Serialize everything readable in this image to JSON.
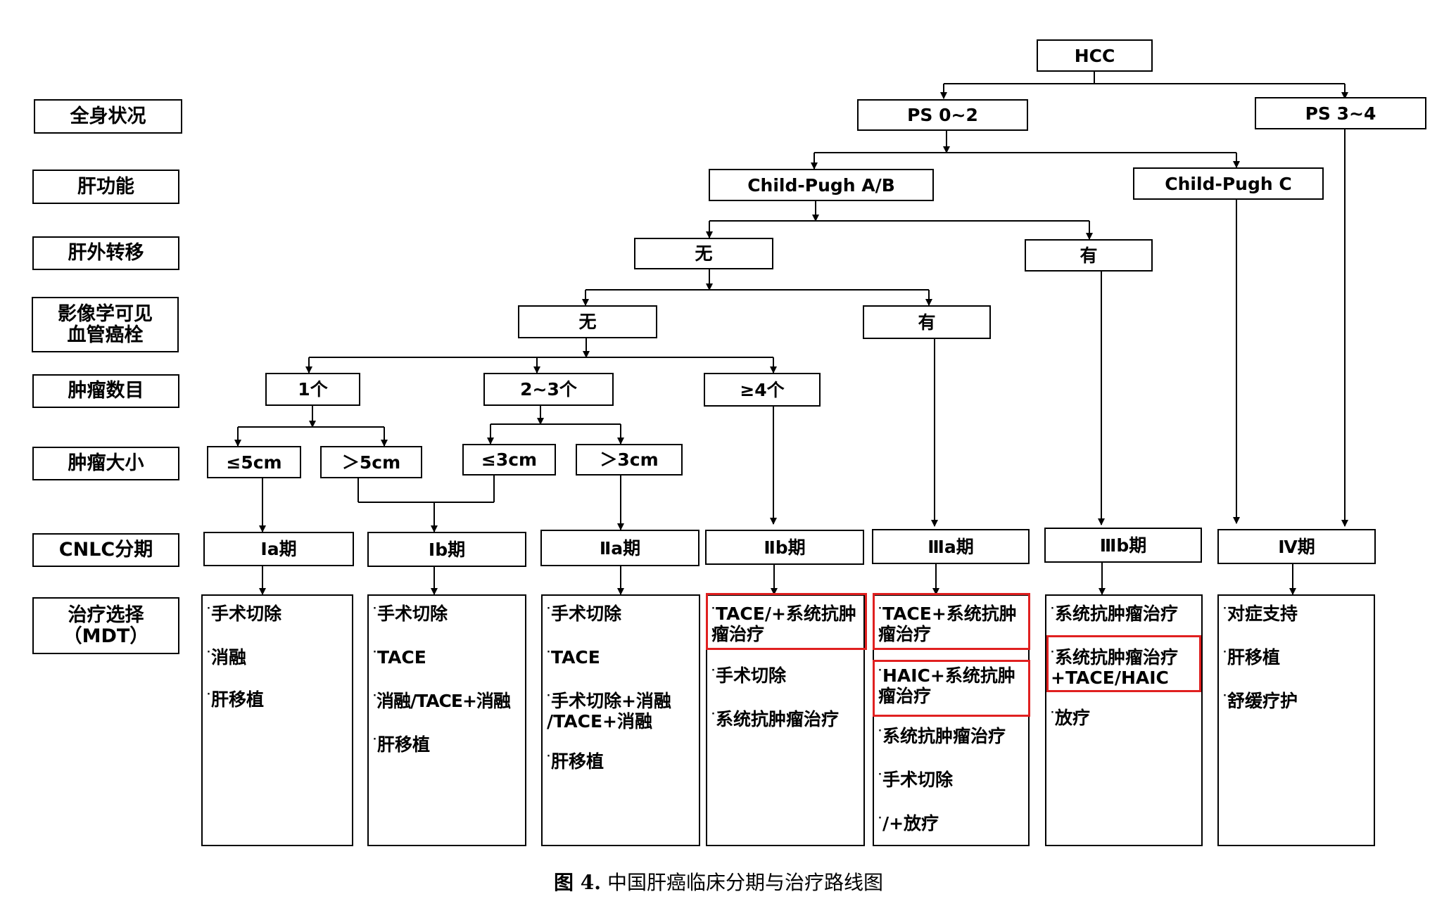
{
  "row_labels": {
    "general": "全身状况",
    "liver_function": "肝功能",
    "extrahepatic": "肝外转移",
    "vascular": "影像学可见血管癌栓",
    "tumor_number": "肿瘤数目",
    "tumor_size": "肿瘤大小",
    "cnlc": "CNLC分期",
    "treatment": "治疗选择（MDT）"
  },
  "nodes": {
    "hcc": "HCC",
    "ps02": "PS 0~2",
    "ps34": "PS 3~4",
    "cpab": "Child-Pugh A/B",
    "cpc": "Child-Pugh C",
    "ext_no": "无",
    "ext_yes": "有",
    "vasc_no": "无",
    "vasc_yes": "有",
    "n1": "1个",
    "n23": "2~3个",
    "n4": "≥4个",
    "s_le5": "≤5cm",
    "s_gt5": "＞5cm",
    "s_le3": "≤3cm",
    "s_gt3": "＞3cm"
  },
  "stages": {
    "Ia": "Ⅰa期",
    "Ib": "Ⅰb期",
    "IIa": "Ⅱa期",
    "IIb": "Ⅱb期",
    "IIIa": "Ⅲa期",
    "IIIb": "Ⅲb期",
    "IV": "Ⅳ期"
  },
  "treatments": {
    "Ia": [
      "手术切除",
      "消融",
      "肝移植"
    ],
    "Ib": [
      "手术切除",
      "TACE",
      "消融/TACE+消融",
      "肝移植"
    ],
    "IIa": [
      "手术切除",
      "TACE",
      "手术切除+消融 /TACE+消融",
      "肝移植"
    ],
    "IIb": [
      "TACE/+系统抗肿瘤治疗",
      "手术切除",
      "系统抗肿瘤治疗"
    ],
    "IIIa": [
      "TACE+系统抗肿瘤治疗",
      "HAIC+系统抗肿瘤治疗",
      "系统抗肿瘤治疗",
      "手术切除",
      "/+放疗"
    ],
    "IIIb": [
      "系统抗肿瘤治疗",
      "系统抗肿瘤治疗+TACE/HAIC",
      "放疗"
    ],
    "IV": [
      "对症支持",
      "肝移植",
      "舒缓疗护"
    ]
  },
  "bullet": "·",
  "highlight_color": "#e02020",
  "caption": {
    "label": "图 4.",
    "title": "中国肝癌临床分期与治疗路线图"
  }
}
